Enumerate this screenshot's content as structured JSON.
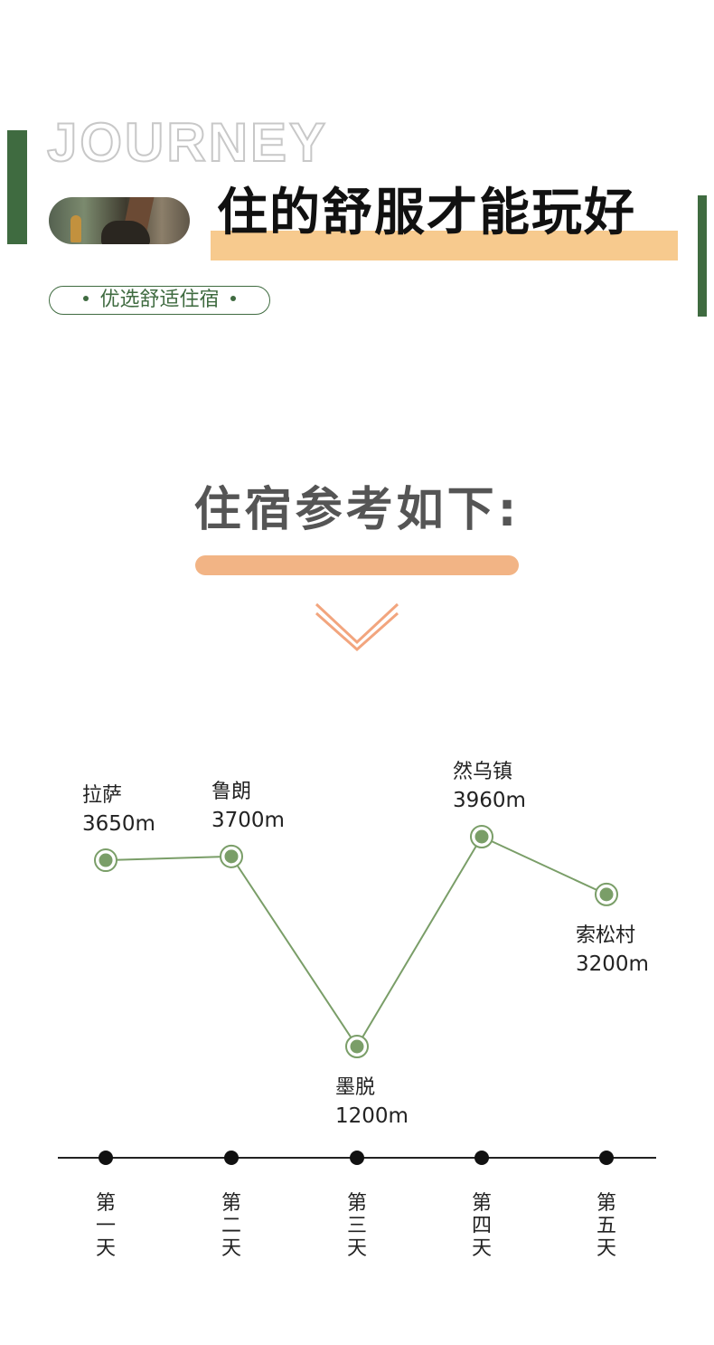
{
  "header": {
    "eyebrow": "JOURNEY",
    "headline": "住的舒服才能玩好",
    "pill_label": "优选舒适住宿"
  },
  "section": {
    "title": "住宿参考如下:"
  },
  "colors": {
    "accent_green": "#3f6b40",
    "point_green": "#7a9e68",
    "line_green": "#7a9e68",
    "highlight_yellow": "#f7ca8e",
    "underline_orange": "#f2b485",
    "chevron_orange": "#f2a57e"
  },
  "chart_data": {
    "type": "line",
    "categories": [
      "第一天",
      "第二天",
      "第三天",
      "第四天",
      "第五天"
    ],
    "point_labels": [
      "拉萨",
      "鲁朗",
      "墨脱",
      "然乌镇",
      "索松村"
    ],
    "value_labels": [
      "3650m",
      "3700m",
      "1200m",
      "3960m",
      "3200m"
    ],
    "values": [
      3650,
      3700,
      1200,
      3960,
      3200
    ],
    "title": "",
    "xlabel": "",
    "ylabel": "",
    "grid": false
  }
}
